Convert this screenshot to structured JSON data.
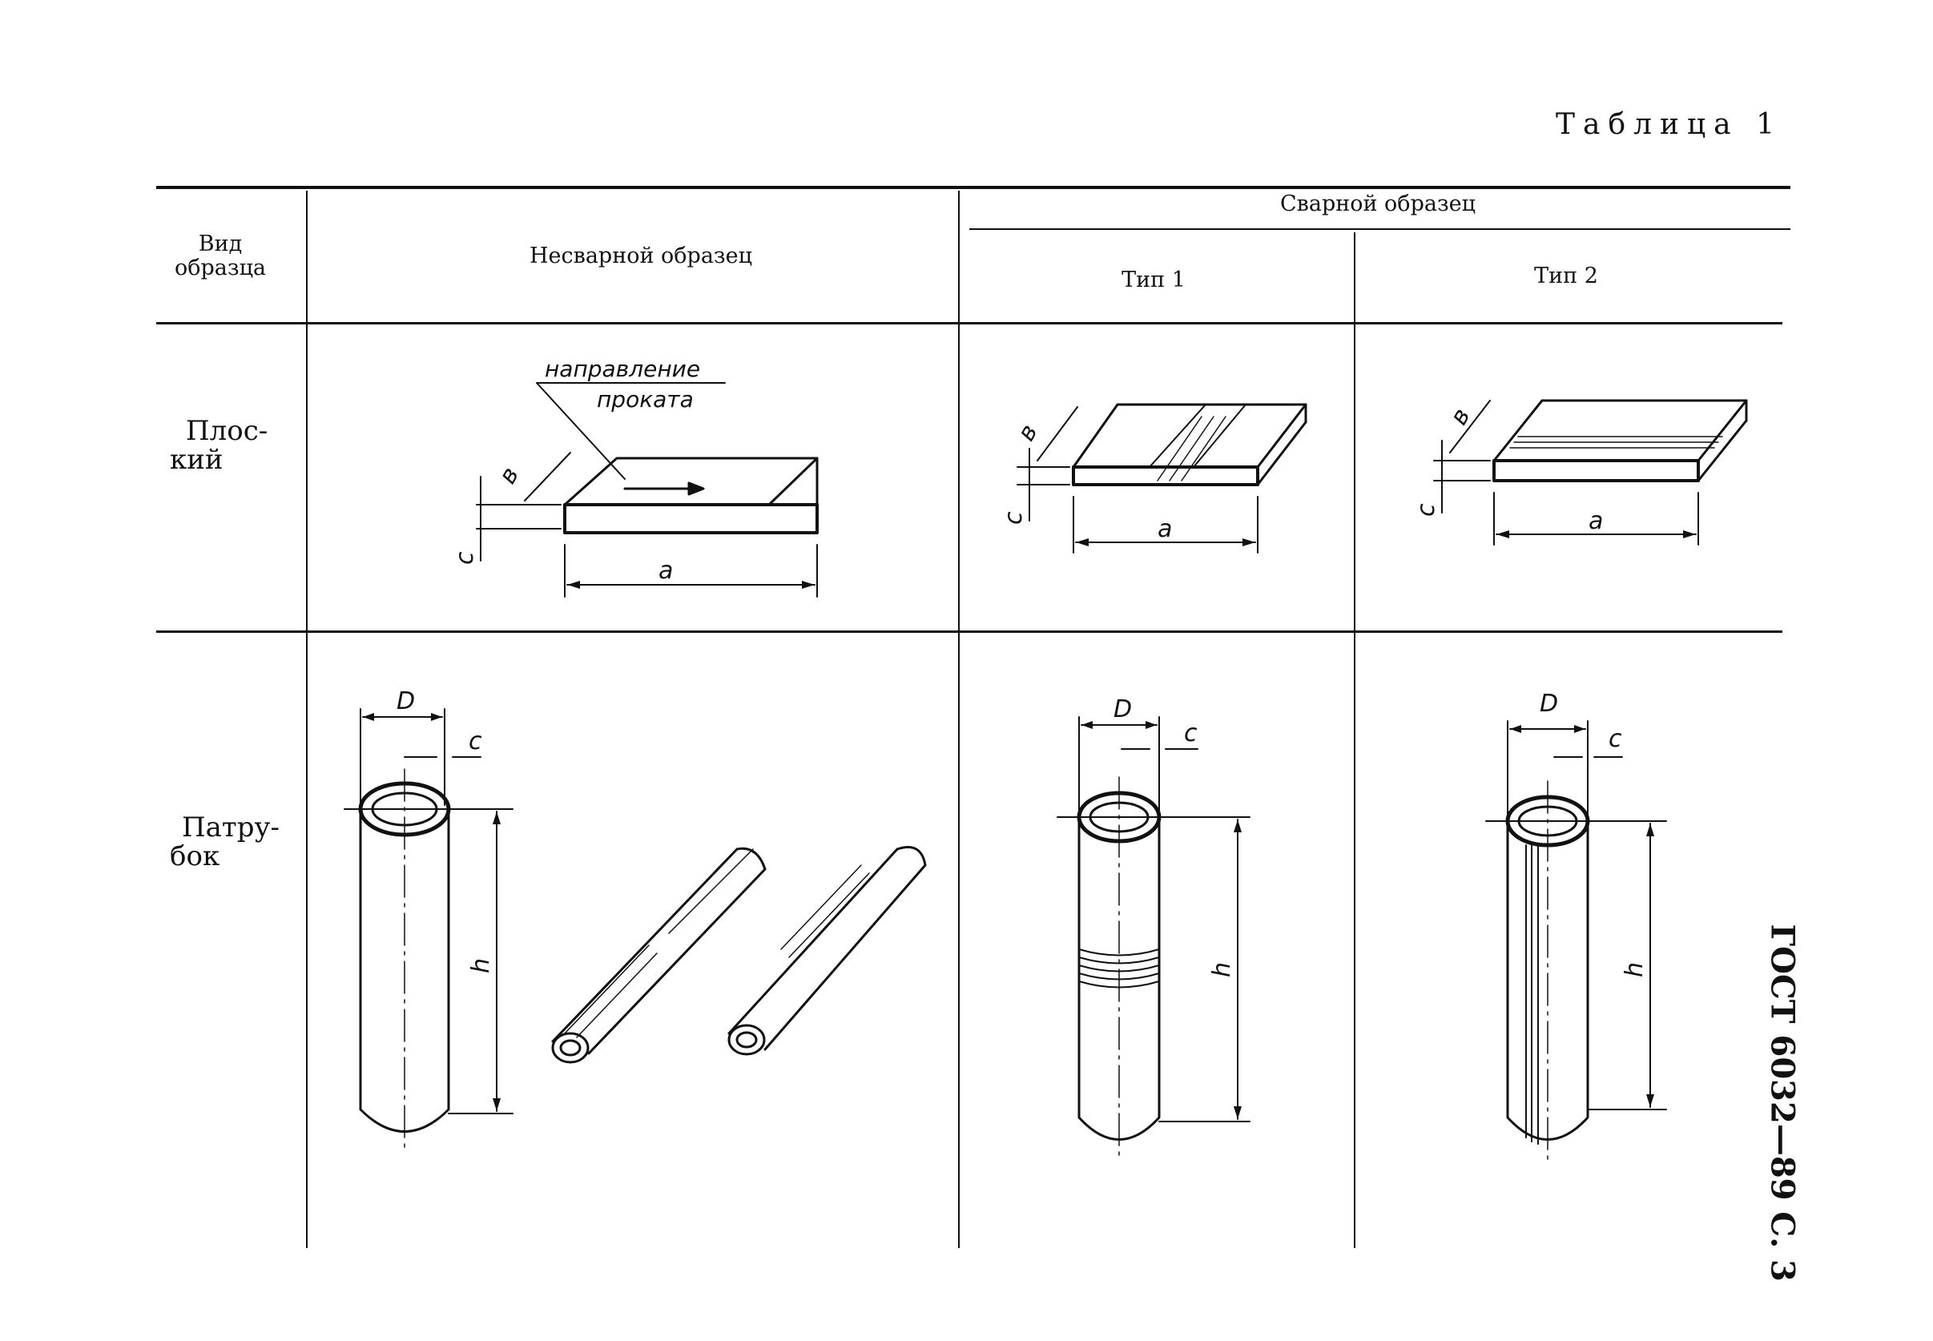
{
  "caption": "Таблица 1",
  "side_reference": "ГОСТ 6032—89 С. 3",
  "table": {
    "header": {
      "kind": "Вид образца",
      "unwelded": "Несварной образец",
      "welded": "Сварной образец",
      "type1": "Тип 1",
      "type2": "Тип 2"
    },
    "rows": [
      {
        "label_line1": "Плос-",
        "label_line2": "кий"
      },
      {
        "label_line1": "Патру-",
        "label_line2": "бок"
      }
    ]
  },
  "drawings": {
    "rolling_direction_line1": "направление",
    "rolling_direction_line2": "проката",
    "dim_a": "a",
    "dim_b": "в",
    "dim_c": "c",
    "dim_D": "D",
    "dim_h": "h"
  }
}
